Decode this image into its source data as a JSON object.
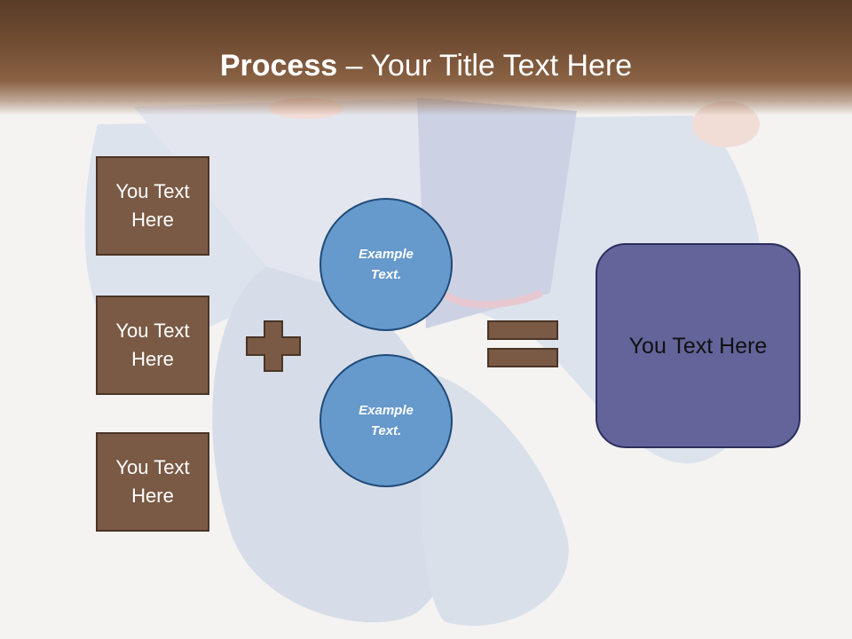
{
  "slide": {
    "title_bold": "Process",
    "title_rest": " – Your Title Text Here"
  },
  "left_boxes": [
    {
      "label": "You Text Here"
    },
    {
      "label": "You Text Here"
    },
    {
      "label": "You Text Here"
    }
  ],
  "circles": [
    {
      "label": "Example Text."
    },
    {
      "label": "Example Text."
    }
  ],
  "operators": {
    "plus": "plus-sign",
    "equals": "equals-sign"
  },
  "result": {
    "label": "You Text Here"
  },
  "colors": {
    "header": "#6f4b31",
    "box_fill": "#7a5a45",
    "circle_fill": "#6699cc",
    "result_fill": "#62649a",
    "operator_fill": "#7a5a45"
  }
}
